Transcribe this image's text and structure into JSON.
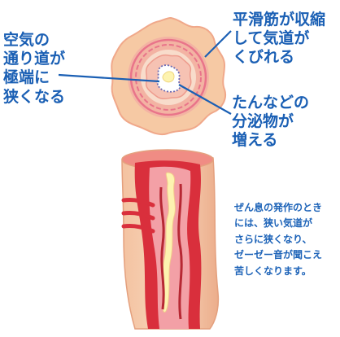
{
  "labels": {
    "narrow_airway": "空気の\n通り道が\n極端に\n狭くなる",
    "smooth_muscle": "平滑筋が収縮\nして気道が\nくびれる",
    "secretion": "たんなどの\n分泌物が\n増える",
    "description": "ぜん息の発作のとき\nには、狭い気道が\nさらに狭くなり、\nゼーゼー音が聞こえ\n苦しくなります。"
  },
  "colors": {
    "label_text": "#1a5fb4",
    "leader_line": "#1a5fb4",
    "outer_wall": "#f6c9a4",
    "inner_wall": "#f1a7a0",
    "muscle_band": "#e9748a",
    "mucosa": "#f7d9c6",
    "secretion": "#fdf3b0",
    "lumen_dots": "#6a6ab4",
    "constricted_wall": "#e03a44",
    "tube_outer": "#f2b08e"
  }
}
